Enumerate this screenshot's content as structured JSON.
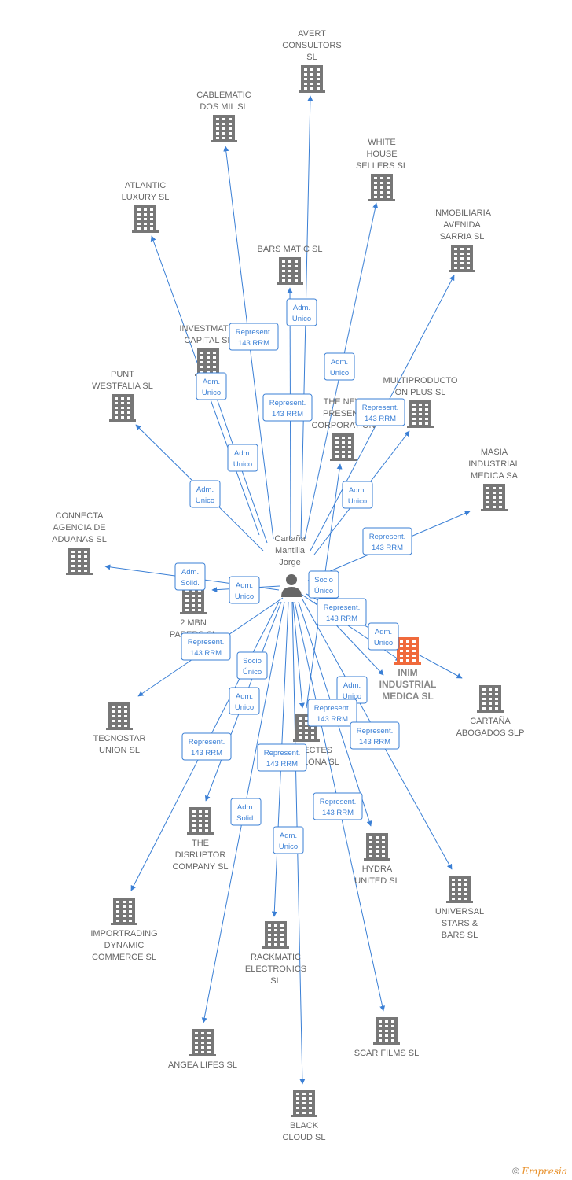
{
  "colors": {
    "edge": "#3a7fd5",
    "building": "#777777",
    "main_building": "#f06a3c",
    "person": "#666666"
  },
  "center": {
    "id": "person",
    "label": [
      "Cartaña",
      "Mantilla",
      "Jorge"
    ],
    "icon": "person-icon"
  },
  "nodes": [
    {
      "id": "avert",
      "label": [
        "AVERT",
        "CONSULTORS",
        "SL"
      ]
    },
    {
      "id": "cablematic",
      "label": [
        "CABLEMATIC",
        "DOS MIL SL"
      ]
    },
    {
      "id": "white",
      "label": [
        "WHITE",
        "HOUSE",
        "SELLERS SL"
      ]
    },
    {
      "id": "atlantic",
      "label": [
        "ATLANTIC",
        "LUXURY SL"
      ]
    },
    {
      "id": "inmobiliaria",
      "label": [
        "INMOBILIARIA",
        "AVENIDA",
        "SARRIA SL"
      ]
    },
    {
      "id": "barsmatic",
      "label": [
        "BARS MATIC SL"
      ]
    },
    {
      "id": "investmatic",
      "label": [
        "INVESTMATIC",
        "CAPITAL SL"
      ]
    },
    {
      "id": "multiproducto",
      "label": [
        "MULTIPRODUCTO",
        "ON PLUS SL"
      ]
    },
    {
      "id": "punt",
      "label": [
        "PUNT",
        "WESTFALIA SL"
      ]
    },
    {
      "id": "thenew",
      "label": [
        "THE NEW",
        "PRESENT",
        "CORPORATION"
      ]
    },
    {
      "id": "masia",
      "label": [
        "MASIA",
        "INDUSTRIAL",
        "MEDICA SA"
      ]
    },
    {
      "id": "connecta",
      "label": [
        "CONNECTA",
        "AGENCIA DE",
        "ADUANAS SL"
      ]
    },
    {
      "id": "mbn",
      "label": [
        "2 MBN",
        "PAPERS SL"
      ]
    },
    {
      "id": "inim",
      "label": [
        "INIM",
        "INDUSTRIAL",
        "MEDICA SL"
      ],
      "main": true
    },
    {
      "id": "cartana",
      "label": [
        "CARTAÑA",
        "ABOGADOS SLP"
      ]
    },
    {
      "id": "tecnostar",
      "label": [
        "TECNOSTAR",
        "UNION SL"
      ]
    },
    {
      "id": "projectes",
      "label": [
        "PROJECTES",
        "BARCELONA SL"
      ]
    },
    {
      "id": "disruptor",
      "label": [
        "THE",
        "DISRUPTOR",
        "COMPANY SL"
      ]
    },
    {
      "id": "hydra",
      "label": [
        "HYDRA",
        "UNITED SL"
      ]
    },
    {
      "id": "universal",
      "label": [
        "UNIVERSAL",
        "STARS &",
        "BARS SL"
      ]
    },
    {
      "id": "importrading",
      "label": [
        "IMPORTRADING",
        "DYNAMIC",
        "COMMERCE SL"
      ]
    },
    {
      "id": "rackmatic",
      "label": [
        "RACKMATIC",
        "ELECTRONICS",
        "SL"
      ]
    },
    {
      "id": "angea",
      "label": [
        "ANGEA LIFES SL"
      ]
    },
    {
      "id": "scar",
      "label": [
        "SCAR FILMS SL"
      ]
    },
    {
      "id": "black",
      "label": [
        "BLACK",
        "CLOUD SL"
      ]
    }
  ],
  "edge_labels": [
    [
      "Adm.",
      "Unico"
    ],
    [
      "Represent.",
      "143 RRM"
    ],
    [
      "Adm.",
      "Unico"
    ],
    [
      "Represent.",
      "143 RRM"
    ],
    [
      "Adm.",
      "Unico"
    ],
    [
      "Represent.",
      "143 RRM"
    ],
    [
      "Adm.",
      "Unico"
    ],
    [
      "Adm.",
      "Unico"
    ],
    [
      "Adm.",
      "Unico"
    ],
    [
      "Represent.",
      "143 RRM"
    ],
    [
      "Adm.",
      "Solid."
    ],
    [
      "Adm.",
      "Unico"
    ],
    [
      "Socio",
      "Único"
    ],
    [
      "Represent.",
      "143 RRM"
    ],
    [
      "Adm.",
      "Unico"
    ],
    [
      "Represent.",
      "143 RRM"
    ],
    [
      "Socio",
      "Único"
    ],
    [
      "Adm.",
      "Unico"
    ],
    [
      "Adm.",
      "Unico"
    ],
    [
      "Represent.",
      "143 RRM"
    ],
    [
      "Represent.",
      "143 RRM"
    ],
    [
      "Represent.",
      "143 RRM"
    ],
    [
      "Represent.",
      "143 RRM"
    ],
    [
      "Adm.",
      "Solid."
    ],
    [
      "Represent.",
      "143 RRM"
    ],
    [
      "Adm.",
      "Unico"
    ]
  ],
  "footer": {
    "copyright": "©",
    "brand": "Empresia"
  }
}
